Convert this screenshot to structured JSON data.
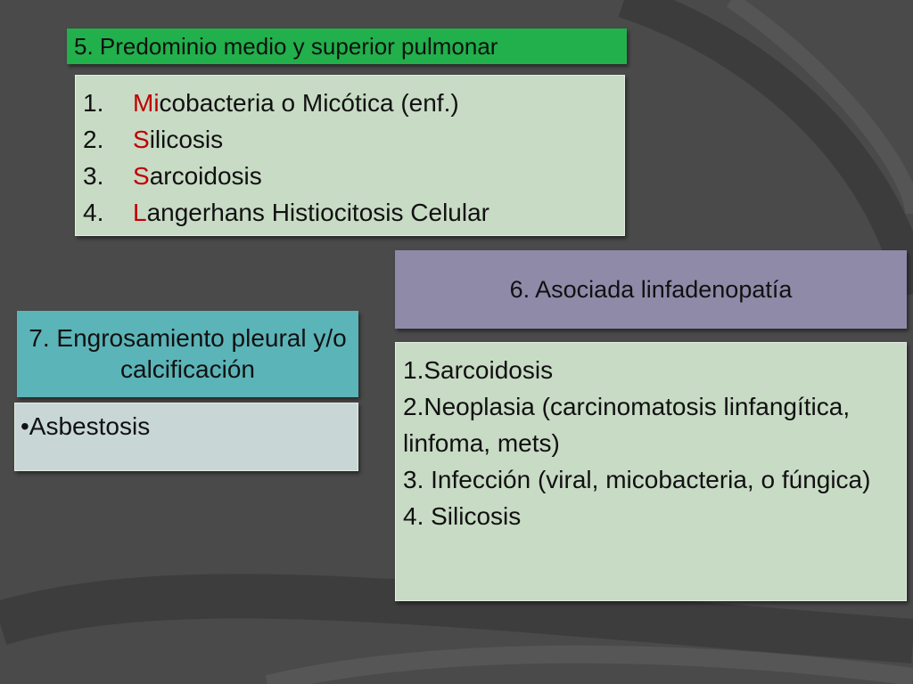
{
  "section5": {
    "title": "5. Predominio medio y superior pulmonar",
    "items": [
      {
        "num": "1.",
        "lead": "Mi",
        "rest": "cobacteria o Micótica (enf.)"
      },
      {
        "num": "2.",
        "lead": "S",
        "rest": "ilicosis"
      },
      {
        "num": "3.",
        "lead": "S",
        "rest": "arcoidosis"
      },
      {
        "num": "4.",
        "lead": "L",
        "rest": "angerhans Histiocitosis Celular"
      }
    ]
  },
  "section6": {
    "title": "6. Asociada linfadenopatía",
    "lines": [
      "1.Sarcoidosis",
      "2.Neoplasia (carcinomatosis linfangítica, linfoma, mets)",
      "3. Infección (viral, micobacteria, o fúngica)",
      "4. Silicosis"
    ]
  },
  "section7": {
    "title": "7. Engrosamiento pleural y/o calcificación",
    "items": [
      "•Asbestosis"
    ]
  },
  "colors": {
    "background": "#4a4a4a",
    "title5": "#21b04b",
    "title6": "#908aa9",
    "title7": "#5bb4b8",
    "list_fill": "#c8dbc5",
    "accent_red": "#c00000"
  }
}
